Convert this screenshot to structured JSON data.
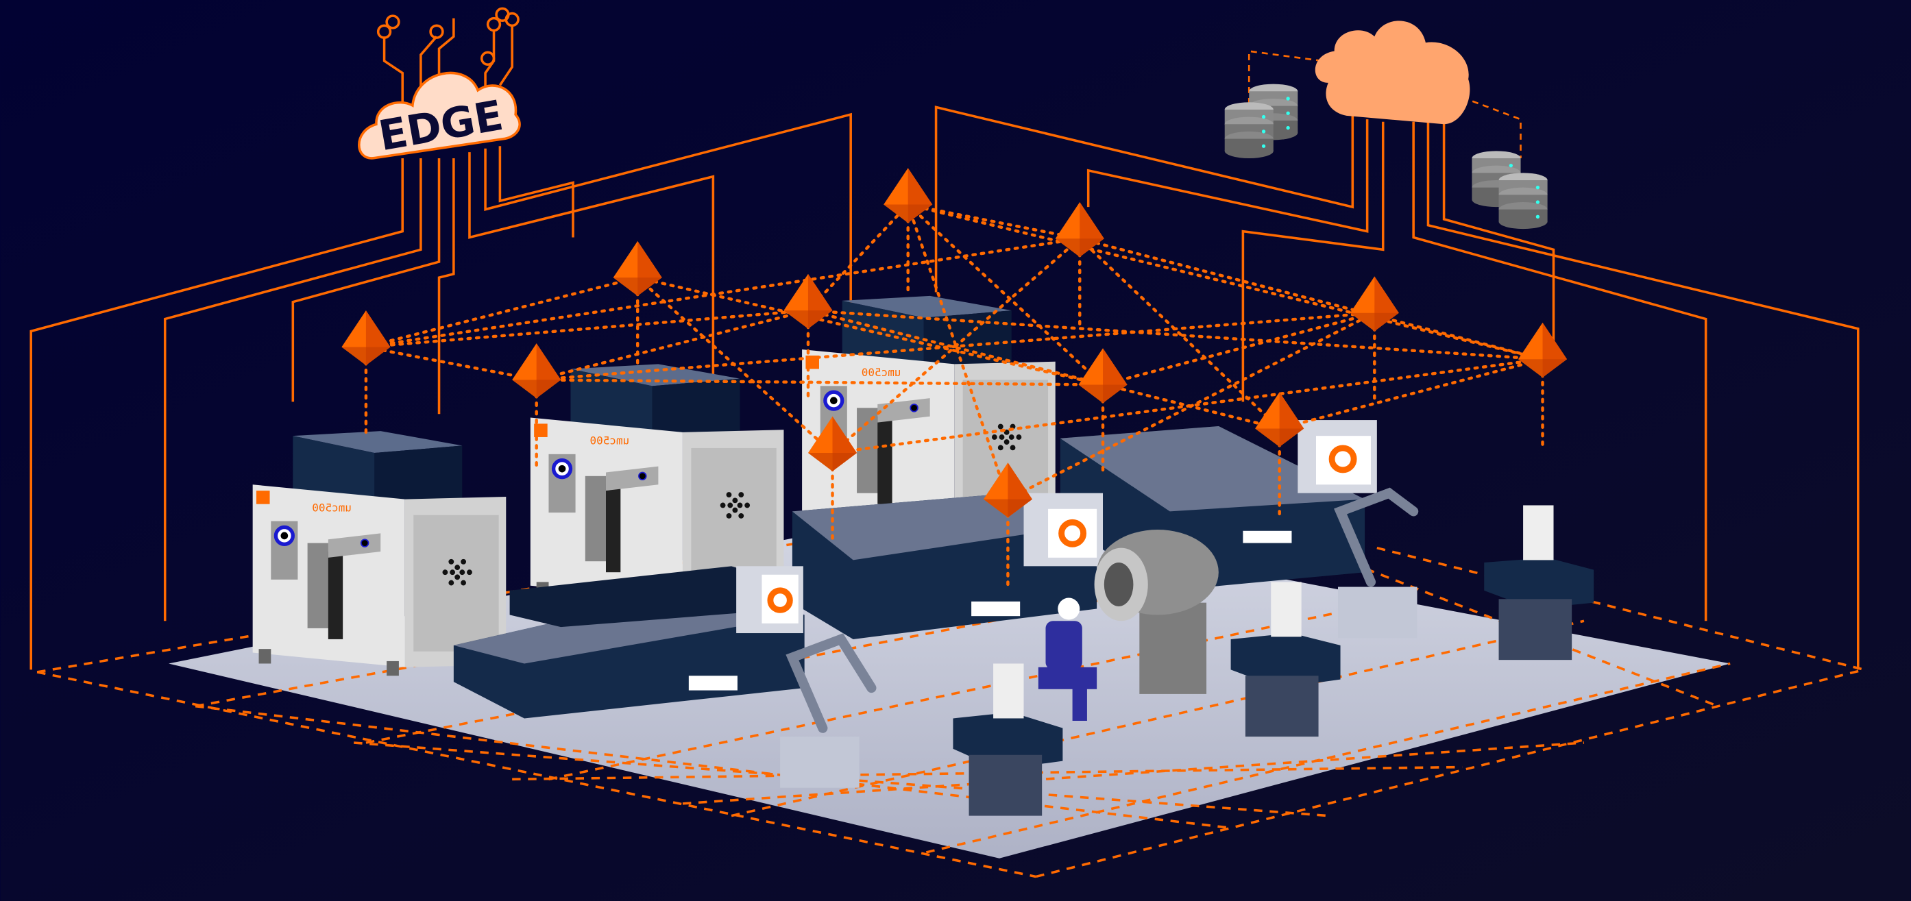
{
  "edge_cloud": {
    "label": "EDGE"
  },
  "machines": [
    {
      "label": "umc500"
    },
    {
      "label": "umc500"
    },
    {
      "label": "umc500"
    }
  ],
  "colors": {
    "background": "#020233",
    "accent_orange": "#ff6a00",
    "edge_cloud_fill": "#ffdcc8",
    "cloud_fill": "#ffa56e",
    "floor": "#c3c6d6",
    "machine_white": "#e6e6e6",
    "navy": "#142a4a"
  },
  "icons": [
    "edge-cloud-icon",
    "cloud-icon",
    "database-icon",
    "sensor-node-icon",
    "robot-arm-icon",
    "worker-icon",
    "cnc-machine-icon"
  ]
}
